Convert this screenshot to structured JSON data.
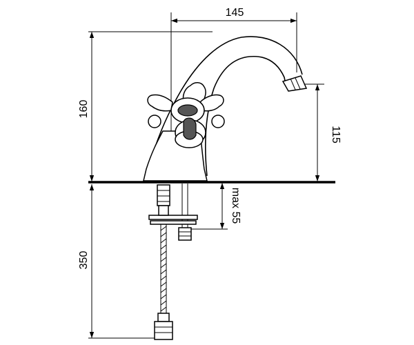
{
  "dimensions": {
    "spout_reach": "145",
    "total_height": "160",
    "spout_height": "115",
    "counter_thickness": "max 55",
    "hose_length": "350"
  }
}
